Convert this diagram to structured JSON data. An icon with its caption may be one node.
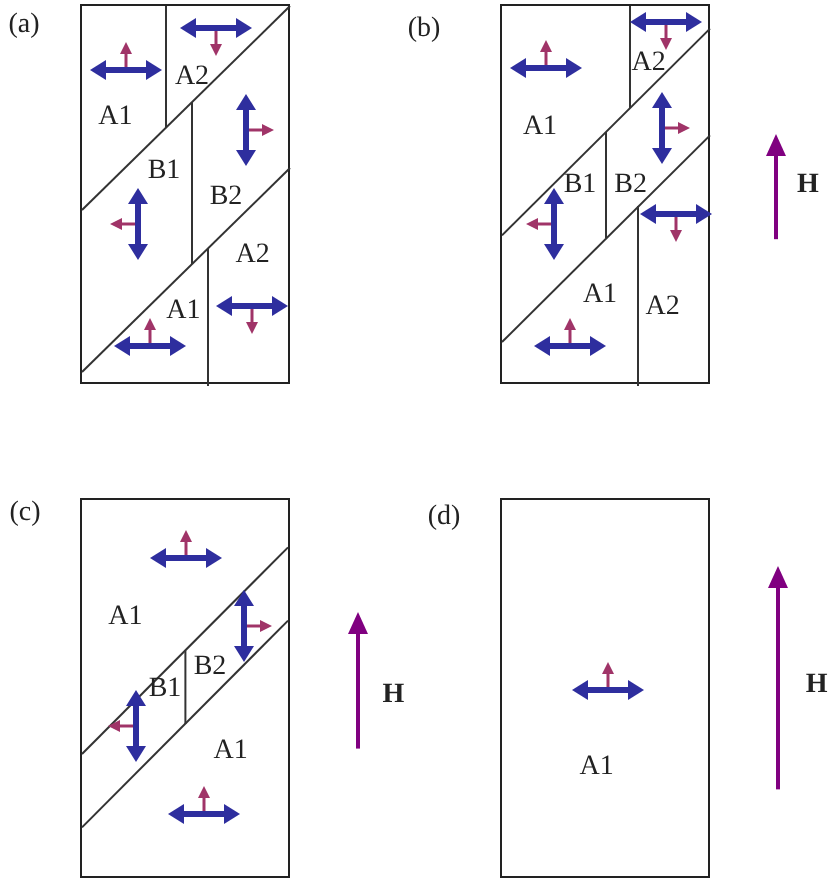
{
  "diagram": {
    "nodes": [
      {
        "text": [
          "A1",
          "A2",
          "B1",
          "B2",
          "A2",
          "A1"
        ],
        "beside": [
          "(a)"
        ]
      },
      {
        "text": [
          "A1",
          "A2",
          "B1",
          "B2",
          "A1",
          "A2"
        ],
        "beside": [
          "(b)"
        ]
      },
      {
        "text": [
          "A1",
          "B1",
          "B2",
          "A1"
        ],
        "beside": [
          "(c)"
        ]
      },
      {
        "text": [
          "A1"
        ],
        "beside": [
          "(d)"
        ]
      }
    ],
    "labels": [
      "H",
      "H",
      "H"
    ]
  }
}
